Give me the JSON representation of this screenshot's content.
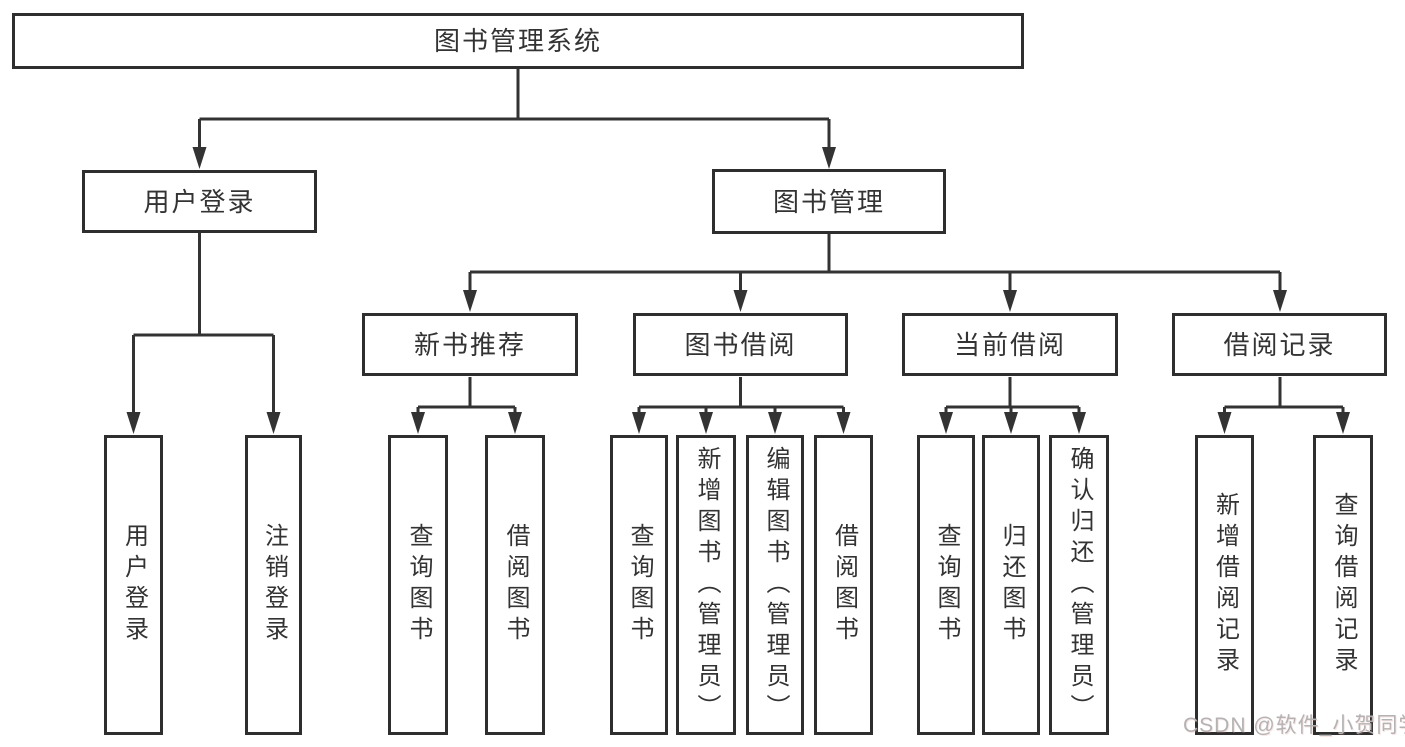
{
  "diagram": {
    "root": {
      "label": "图书管理系统"
    },
    "branches": [
      {
        "label": "用户登录",
        "children": [
          {
            "label": "用户登录"
          },
          {
            "label": "注销登录"
          }
        ]
      },
      {
        "label": "图书管理",
        "children": [
          {
            "label": "新书推荐",
            "children": [
              {
                "label": "查询图书"
              },
              {
                "label": "借阅图书"
              }
            ]
          },
          {
            "label": "图书借阅",
            "children": [
              {
                "label": "查询图书"
              },
              {
                "label": "新增图书（管理员）"
              },
              {
                "label": "编辑图书（管理员）"
              },
              {
                "label": "借阅图书"
              }
            ]
          },
          {
            "label": "当前借阅",
            "children": [
              {
                "label": "查询图书"
              },
              {
                "label": "归还图书"
              },
              {
                "label": "确认归还（管理员）"
              }
            ]
          },
          {
            "label": "借阅记录",
            "children": [
              {
                "label": "新增借阅记录"
              },
              {
                "label": "查询借阅记录"
              }
            ]
          }
        ]
      }
    ]
  },
  "watermark": {
    "text": "CSDN @软件_小贺同学"
  },
  "colors": {
    "line": "#333333",
    "box_border": "#2e2e2e",
    "text": "#333333",
    "background": "#ffffff",
    "watermark": "#b3b3b3"
  }
}
